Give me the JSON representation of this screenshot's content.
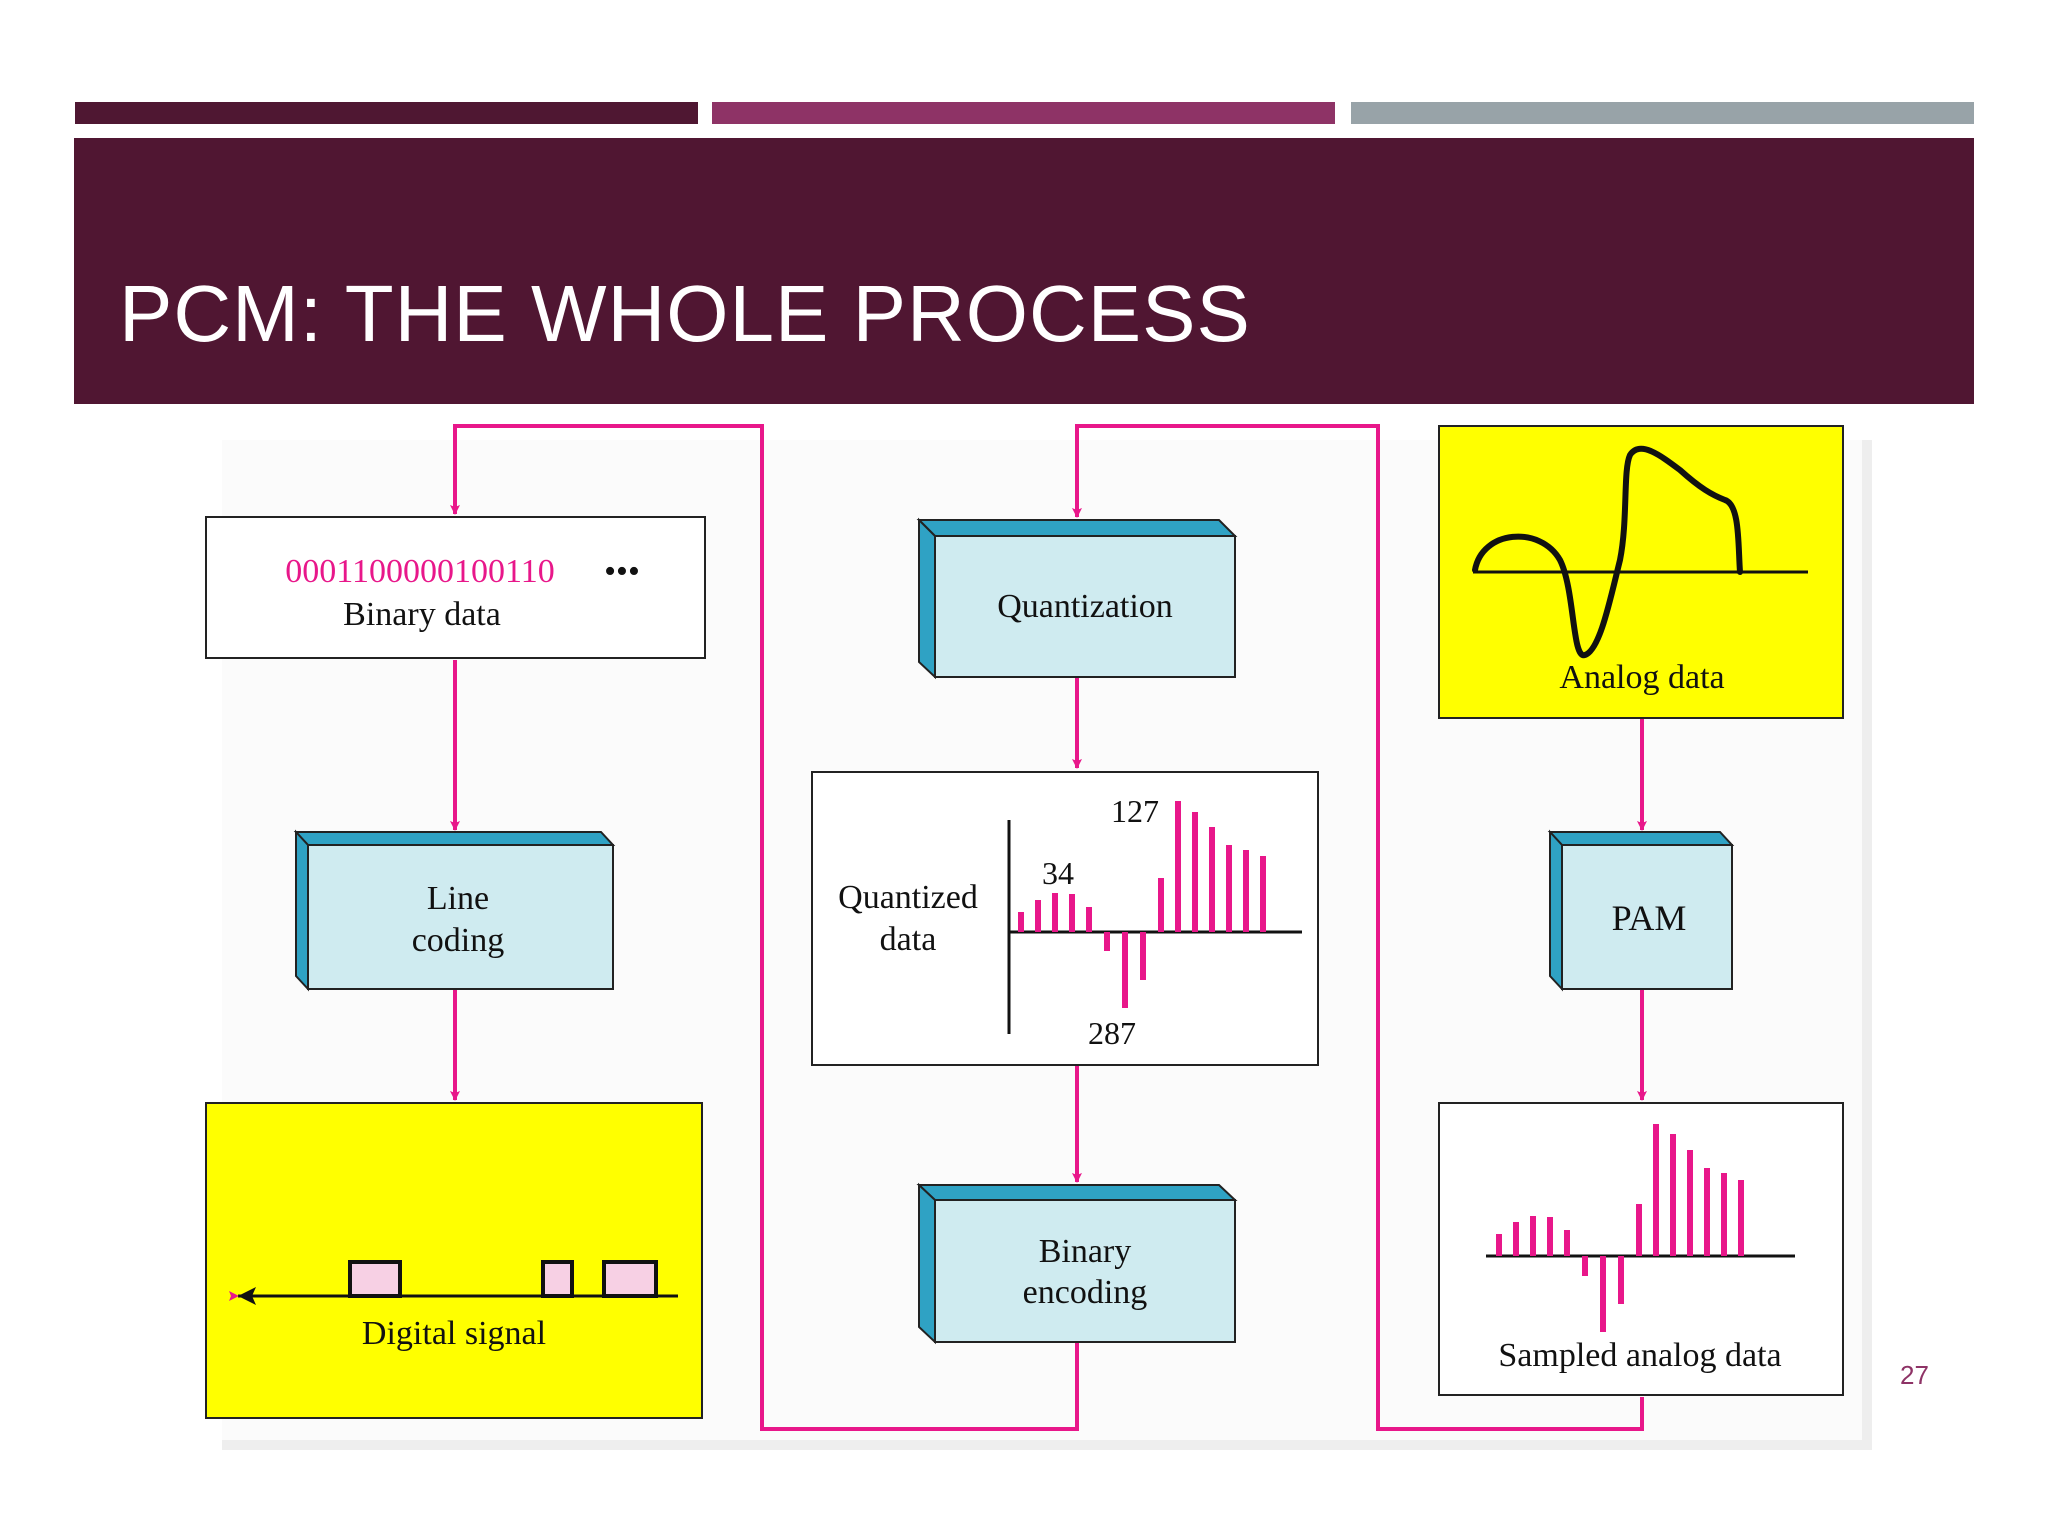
{
  "slide": {
    "title": "PCM: THE WHOLE PROCESS",
    "page_number": "27"
  },
  "colors": {
    "theme_dark": "#501632",
    "theme_mid": "#8e3366",
    "theme_grey": "#98a3a8",
    "arrow": "#e8178a",
    "box_yellow": "#ffff00",
    "box_blue": "#cfebf0",
    "box_side": "#2fa2c4",
    "pulse_fill": "#f7d0e4"
  },
  "diagram": {
    "binary_data": {
      "bits": "0001100000100110",
      "ellipsis": "•••",
      "label": "Binary data"
    },
    "line_coding": {
      "line1": "Line",
      "line2": "coding"
    },
    "digital_signal": {
      "label": "Digital signal"
    },
    "quantization": {
      "label": "Quantization"
    },
    "quantized_data": {
      "label_line1": "Quantized",
      "label_line2": "data",
      "value_top": "127",
      "value_mid": "34",
      "value_bottom": "287"
    },
    "binary_encoding": {
      "line1": "Binary",
      "line2": "encoding"
    },
    "analog_data": {
      "label": "Analog data"
    },
    "pam": {
      "label": "PAM"
    },
    "sampled_analog_data": {
      "label": "Sampled analog data"
    }
  }
}
